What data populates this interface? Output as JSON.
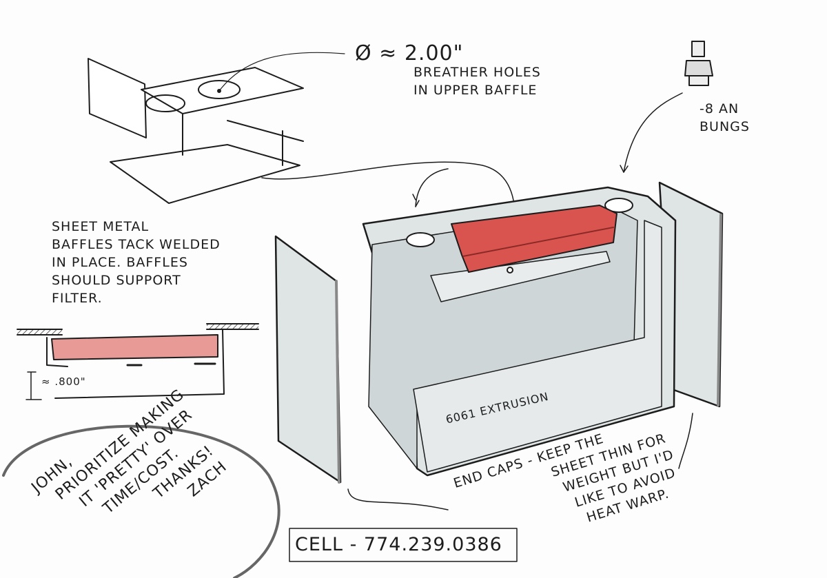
{
  "annotations": {
    "hole_diameter": "Ø ≈ 2.00\"",
    "breather_holes": [
      "BREATHER HOLES",
      "IN UPPER BAFFLE"
    ],
    "bungs": [
      "-8 AN",
      "BUNGS"
    ],
    "baffles_note": [
      "SHEET METAL",
      "BAFFLES TACK WELDED",
      "IN PLACE. BAFFLES",
      "SHOULD SUPPORT",
      "FILTER."
    ],
    "depth_dimension": "≈ .800\"",
    "extrusion_label": "6061 EXTRUSION",
    "end_caps_note": [
      "END CAPS - KEEP THE",
      "SHEET THIN FOR",
      "WEIGHT BUT I'D",
      "LIKE TO AVOID",
      "HEAT WARP."
    ],
    "message": [
      "JOHN,",
      "PRIORITIZE MAKING",
      "IT 'PRETTY' OVER",
      "TIME/COST.",
      "THANKS!",
      "ZACH"
    ],
    "contact": "CELL - 774.239.0386"
  },
  "colors": {
    "metal": "#dfe4e5",
    "metal_shadow": "#c9d0d2",
    "filter_red": "#d9544f",
    "filter_section": "#e79a96",
    "ink": "#1c1c1c"
  }
}
